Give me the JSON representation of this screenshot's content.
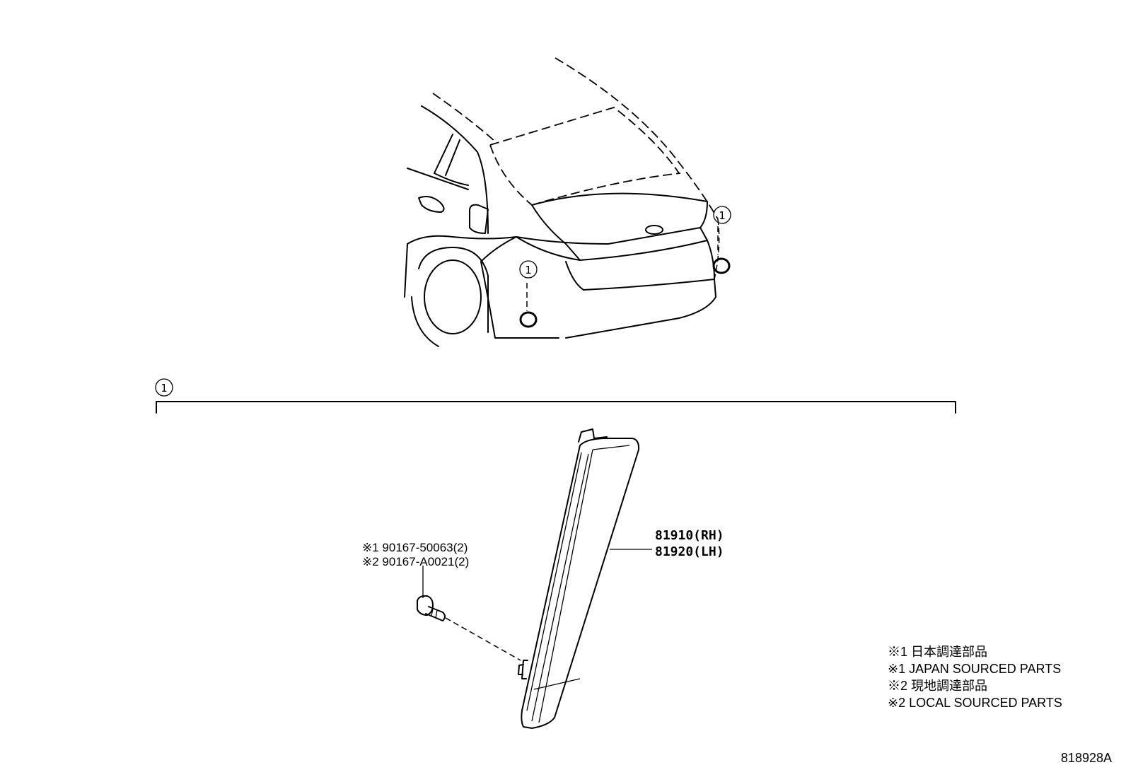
{
  "callouts": {
    "ref_number": "1"
  },
  "parts": {
    "reflector_rh": "81910(RH)",
    "reflector_lh": "81920(LH)",
    "screw_1": "※1 90167-50063(2)",
    "screw_2": "※2 90167-A0021(2)"
  },
  "legend": {
    "line1": "※1 日本調達部品",
    "line2": "※1 JAPAN SOURCED PARTS",
    "line3": "※2 現地調達部品",
    "line4": "※2 LOCAL SOURCED PARTS"
  },
  "diagram_code": "818928A"
}
